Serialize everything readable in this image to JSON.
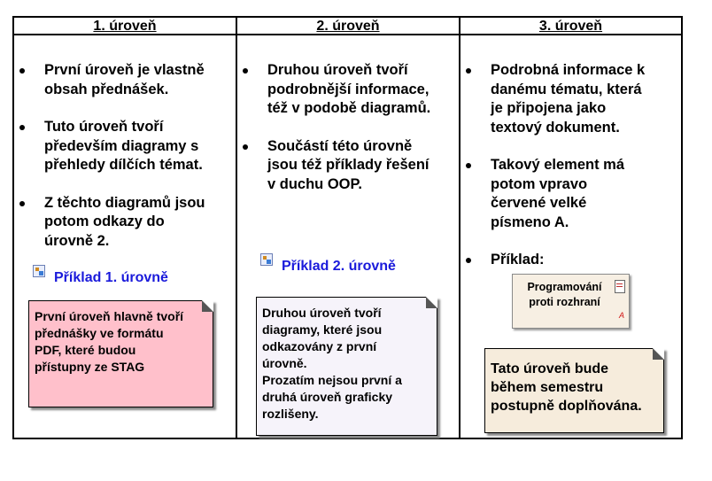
{
  "columns": [
    {
      "header": "1. úroveň",
      "bullets": [
        {
          "lines": [
            "První úroveň je vlastně",
            "obsah přednášek."
          ]
        },
        {
          "lines": [
            "Tuto úroveň tvoří",
            "především diagramy s",
            "přehledy dílčích témat."
          ]
        },
        {
          "lines": [
            "Z těchto diagramů jsou",
            "potom odkazy do",
            "úrovně 2."
          ]
        }
      ],
      "link": "Příklad 1. úrovně",
      "note": {
        "lines": [
          "První úroveň hlavně tvoří",
          "přednášky ve formátu",
          "PDF, které budou",
          "přístupny ze STAG"
        ],
        "color": "#ffc0cb"
      }
    },
    {
      "header": "2. úroveň",
      "bullets": [
        {
          "lines": [
            "Druhou úroveň tvoří",
            "podrobnější informace,",
            "též v podobě diagramů."
          ]
        },
        {
          "lines": [
            "Součástí této úrovně",
            "jsou též příklady řešení",
            "v duchu OOP."
          ]
        }
      ],
      "link": "Příklad 2. úrovně",
      "note": {
        "lines": [
          "Druhou úroveň tvoří",
          "diagramy, které jsou",
          "odkazovány z první",
          "úrovně.",
          "Prozatím nejsou první a",
          "druhá úroveň graficky",
          "rozlišeny."
        ],
        "color": "#f6f3fa"
      }
    },
    {
      "header": "3. úroveň",
      "bullets": [
        {
          "lines": [
            "Podrobná informace k",
            "danému tématu, která",
            "je připojena jako",
            "textový dokument."
          ]
        },
        {
          "lines": [
            "Takový element má",
            "potom vpravo",
            "červené velké",
            "písmeno A."
          ]
        },
        {
          "lines": [
            "Příklad:"
          ]
        }
      ],
      "document": {
        "lines": [
          "Programování",
          "proti rozhraní"
        ],
        "mark": "A"
      },
      "note": {
        "lines": [
          "Tato úroveň bude",
          "během semestru",
          "postupně doplňována."
        ],
        "color": "#f6ecdc"
      }
    }
  ],
  "link_color": "#1a1adb"
}
